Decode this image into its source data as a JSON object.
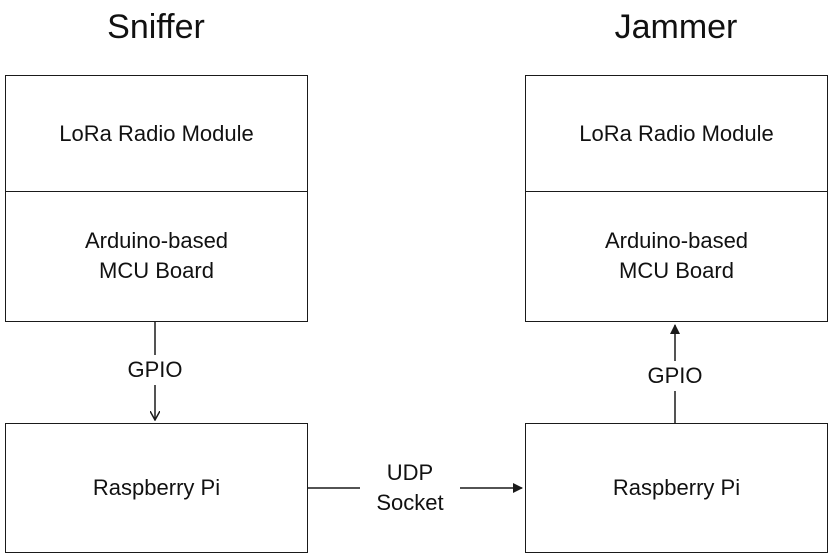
{
  "titles": {
    "left": "Sniffer",
    "right": "Jammer"
  },
  "sniffer": {
    "radio": "LoRa Radio Module",
    "mcu_line1": "Arduino-based",
    "mcu_line2": "MCU Board",
    "pi": "Raspberry Pi"
  },
  "jammer": {
    "radio": "LoRa Radio Module",
    "mcu_line1": "Arduino-based",
    "mcu_line2": "MCU Board",
    "pi": "Raspberry Pi"
  },
  "edges": {
    "left_gpio": "GPIO",
    "right_gpio": "GPIO",
    "udp_line1": "UDP",
    "udp_line2": "Socket"
  }
}
